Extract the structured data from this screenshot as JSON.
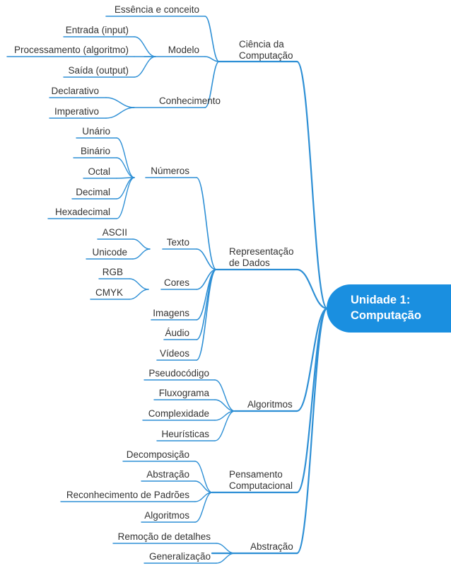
{
  "root": {
    "line1": "Unidade 1:",
    "line2": "Computação"
  },
  "branches": {
    "ciencia": {
      "line1": "Ciência da",
      "line2": "Computação"
    },
    "representacao": {
      "line1": "Representação",
      "line2": "de Dados"
    },
    "algoritmos": "Algoritmos",
    "pensamento": {
      "line1": "Pensamento",
      "line2": "Computacional"
    },
    "abstracao": "Abstração"
  },
  "ciencia": {
    "essencia": "Essência e conceito",
    "modelo": "Modelo",
    "modelo_items": [
      "Entrada (input)",
      "Processamento (algoritmo)",
      "Saída (output)"
    ],
    "conhecimento": "Conhecimento",
    "conhecimento_items": [
      "Declarativo",
      "Imperativo"
    ]
  },
  "representacao": {
    "numeros": "Números",
    "numeros_items": [
      "Unário",
      "Binário",
      "Octal",
      "Decimal",
      "Hexadecimal"
    ],
    "texto": "Texto",
    "texto_items": [
      "ASCII",
      "Unicode"
    ],
    "cores": "Cores",
    "cores_items": [
      "RGB",
      "CMYK"
    ],
    "imagens": "Imagens",
    "audio": "Áudio",
    "videos": "Vídeos"
  },
  "algoritmos_items": [
    "Pseudocódigo",
    "Fluxograma",
    "Complexidade",
    "Heurísticas"
  ],
  "pensamento_items": [
    "Decomposição",
    "Abstração",
    "Reconhecimento de Padrões",
    "Algoritmos"
  ],
  "abstracao_items": [
    "Remoção de detalhes",
    "Generalização"
  ],
  "colors": {
    "line": "#2d8fd5",
    "root": "#1a8fe0",
    "text": "#333333"
  }
}
